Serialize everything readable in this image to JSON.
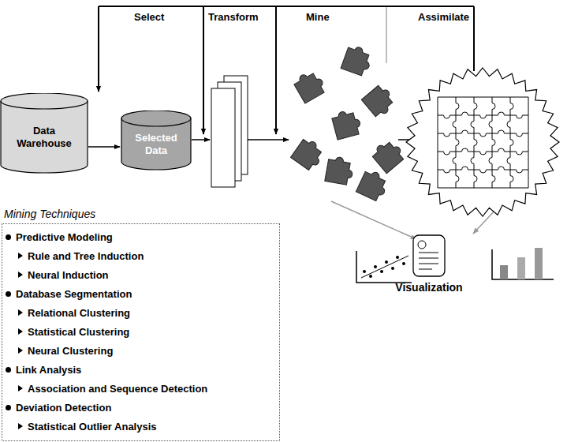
{
  "diagram": {
    "nodes": [
      {
        "text": [
          "Data Warehouse"
        ]
      },
      {
        "text": [
          "Selected Data"
        ]
      },
      {
        "text": [
          "Mining Techniques",
          "Predictive Modeling",
          "Rule and Tree Induction",
          "Neural Induction",
          "Database Segmentation",
          "Relational Clustering",
          "Statistical Clustering",
          "Neural Clustering",
          "Link Analysis",
          "Association and Sequence Detection",
          "Deviation Detection",
          "Statistical Outlier Analysis"
        ]
      },
      {
        "text": [
          "Visualization"
        ]
      }
    ],
    "edges": [
      {
        "from": 0,
        "to": 1,
        "arrow": "to"
      }
    ],
    "labels": [
      "Select",
      "Transform",
      "Mine",
      "Assimilate"
    ]
  }
}
